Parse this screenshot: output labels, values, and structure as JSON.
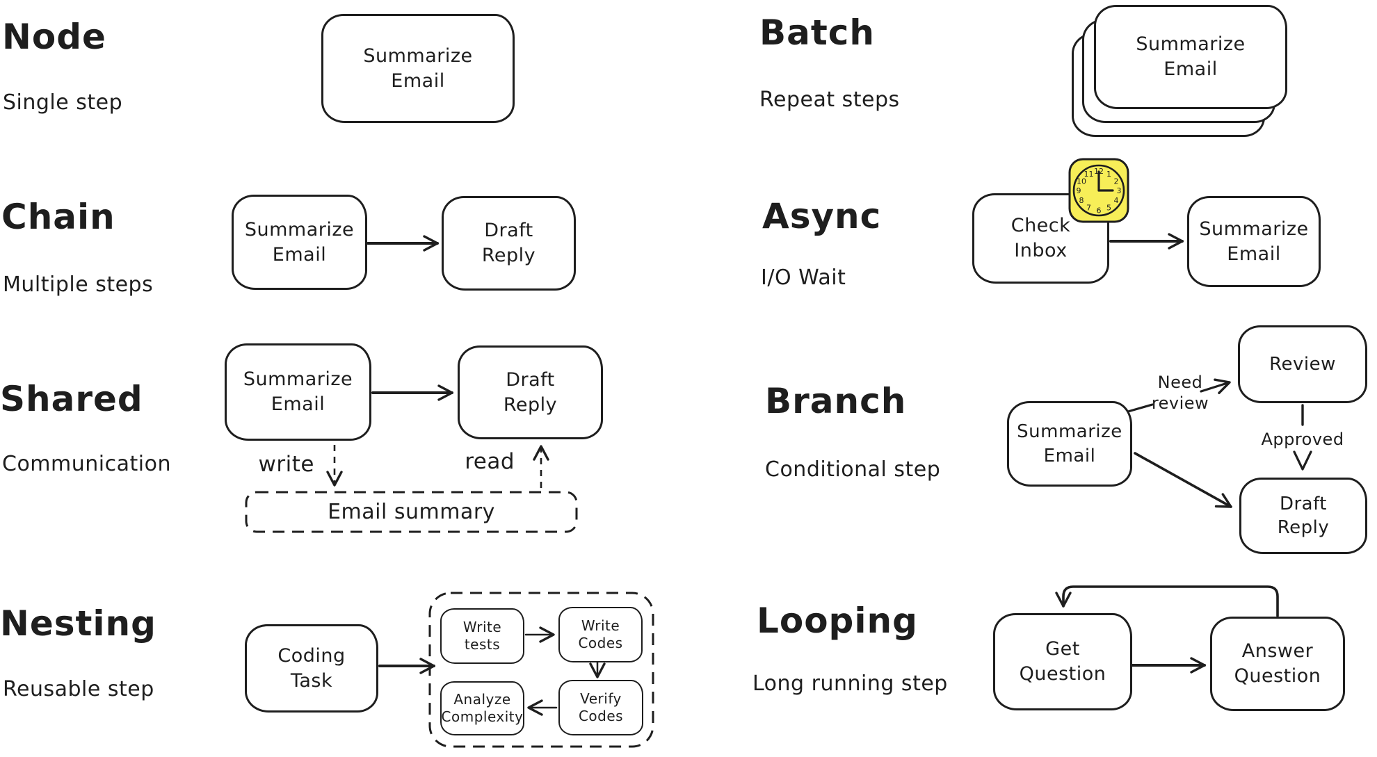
{
  "colors": {
    "ink": "#1e1e1e",
    "paper": "#ffffff",
    "clock_fill": "#f7ee58"
  },
  "sections": {
    "node": {
      "title": "Node",
      "subtitle": "Single step",
      "box_summarize": "Summarize\nEmail"
    },
    "chain": {
      "title": "Chain",
      "subtitle": "Multiple steps",
      "box_summarize": "Summarize\nEmail",
      "box_draft": "Draft\nReply"
    },
    "shared": {
      "title": "Shared",
      "subtitle": "Communication",
      "box_summarize": "Summarize\nEmail",
      "box_draft": "Draft\nReply",
      "box_store": "Email summary",
      "label_write": "write",
      "label_read": "read"
    },
    "nesting": {
      "title": "Nesting",
      "subtitle": "Reusable step",
      "box_task": "Coding\nTask",
      "box_write_tests": "Write\ntests",
      "box_write_codes": "Write\nCodes",
      "box_analyze": "Analyze\nComplexity",
      "box_verify": "Verify\nCodes"
    },
    "batch": {
      "title": "Batch",
      "subtitle": "Repeat steps",
      "box_summarize": "Summarize\nEmail"
    },
    "async": {
      "title": "Async",
      "subtitle": "I/O Wait",
      "box_check": "Check\nInbox",
      "box_summarize": "Summarize\nEmail",
      "clock_numbers": [
        "12",
        "1",
        "2",
        "3",
        "4",
        "5",
        "6",
        "7",
        "8",
        "9",
        "10",
        "11"
      ]
    },
    "branch": {
      "title": "Branch",
      "subtitle": "Conditional step",
      "box_summarize": "Summarize\nEmail",
      "box_review": "Review",
      "box_draft": "Draft\nReply",
      "label_need_review": "Need\nreview",
      "label_approved": "Approved"
    },
    "looping": {
      "title": "Looping",
      "subtitle": "Long running step",
      "box_get": "Get\nQuestion",
      "box_answer": "Answer\nQuestion"
    }
  }
}
